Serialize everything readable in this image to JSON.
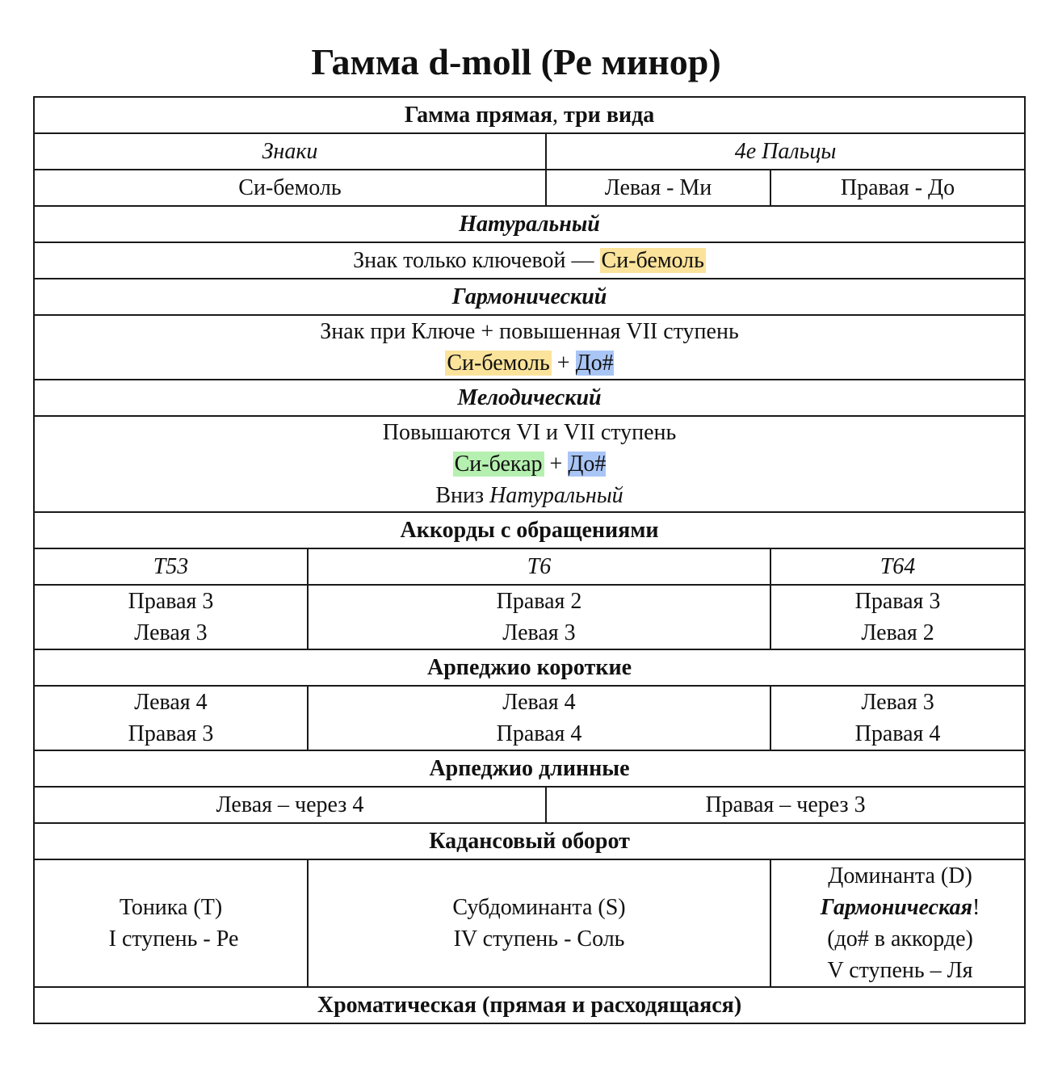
{
  "title": "Гамма d-moll (Ре минор)",
  "colors": {
    "yellow_highlight": "#fbe39b",
    "blue_highlight": "#a9c5f5",
    "green_highlight": "#b6f0b0"
  },
  "sections": {
    "straight": {
      "title_bold": "Гамма прямая",
      "title_comma": ",",
      "title_rest": " три вида",
      "signs_header": "Знаки",
      "fingers_header": "4е Пальцы",
      "signs_value": "Си-бемоль",
      "left_value": "Левая - Ми",
      "right_value": "Правая - До"
    },
    "natural": {
      "title": "Натуральный",
      "text": "Знак только ключевой — ",
      "highlight": "Си-бемоль"
    },
    "harmonic": {
      "title": "Гармонический",
      "line1": "Знак при Ключе + повышенная VII ступень",
      "hl1": "Си-бемоль",
      "plus": " + ",
      "hl2": "До#"
    },
    "melodic": {
      "title": "Мелодический",
      "line1": "Повышаются VI и VII ступень",
      "hl1": "Си-бекар",
      "plus": " + ",
      "hl2": "До#",
      "down_label": "Вниз ",
      "down_value": "Натуральный"
    },
    "chords": {
      "title": "Аккорды с обращениями",
      "headers": [
        "Т53",
        "Т6",
        "Т64"
      ],
      "cols": [
        {
          "a": "Правая 3",
          "b": "Левая 3"
        },
        {
          "a": "Правая 2",
          "b": "Левая 3"
        },
        {
          "a": "Правая 3",
          "b": "Левая 2"
        }
      ]
    },
    "arp_short": {
      "title": "Арпеджио короткие",
      "cols": [
        {
          "a": "Левая 4",
          "b": "Правая 3"
        },
        {
          "a": "Левая 4",
          "b": "Правая 4"
        },
        {
          "a": "Левая 3",
          "b": "Правая 4"
        }
      ]
    },
    "arp_long": {
      "title": "Арпеджио длинные",
      "left": "Левая – через 4",
      "right": "Правая – через 3"
    },
    "cadence": {
      "title": "Кадансовый оборот",
      "tonic_name": "Тоника (Т)",
      "tonic_step": " I ступень - Ре",
      "sub_name": "Субдоминанта (S)",
      "sub_step": "IV ступень - Соль",
      "dom_name": "Доминанта (D)",
      "dom_harm": "Гармоническая",
      "dom_excl": "!",
      "dom_note": "(до# в аккорде)",
      "dom_step": "V ступень – Ля"
    },
    "chromatic": {
      "title": "Хроматическая (прямая и расходящаяся)"
    }
  }
}
